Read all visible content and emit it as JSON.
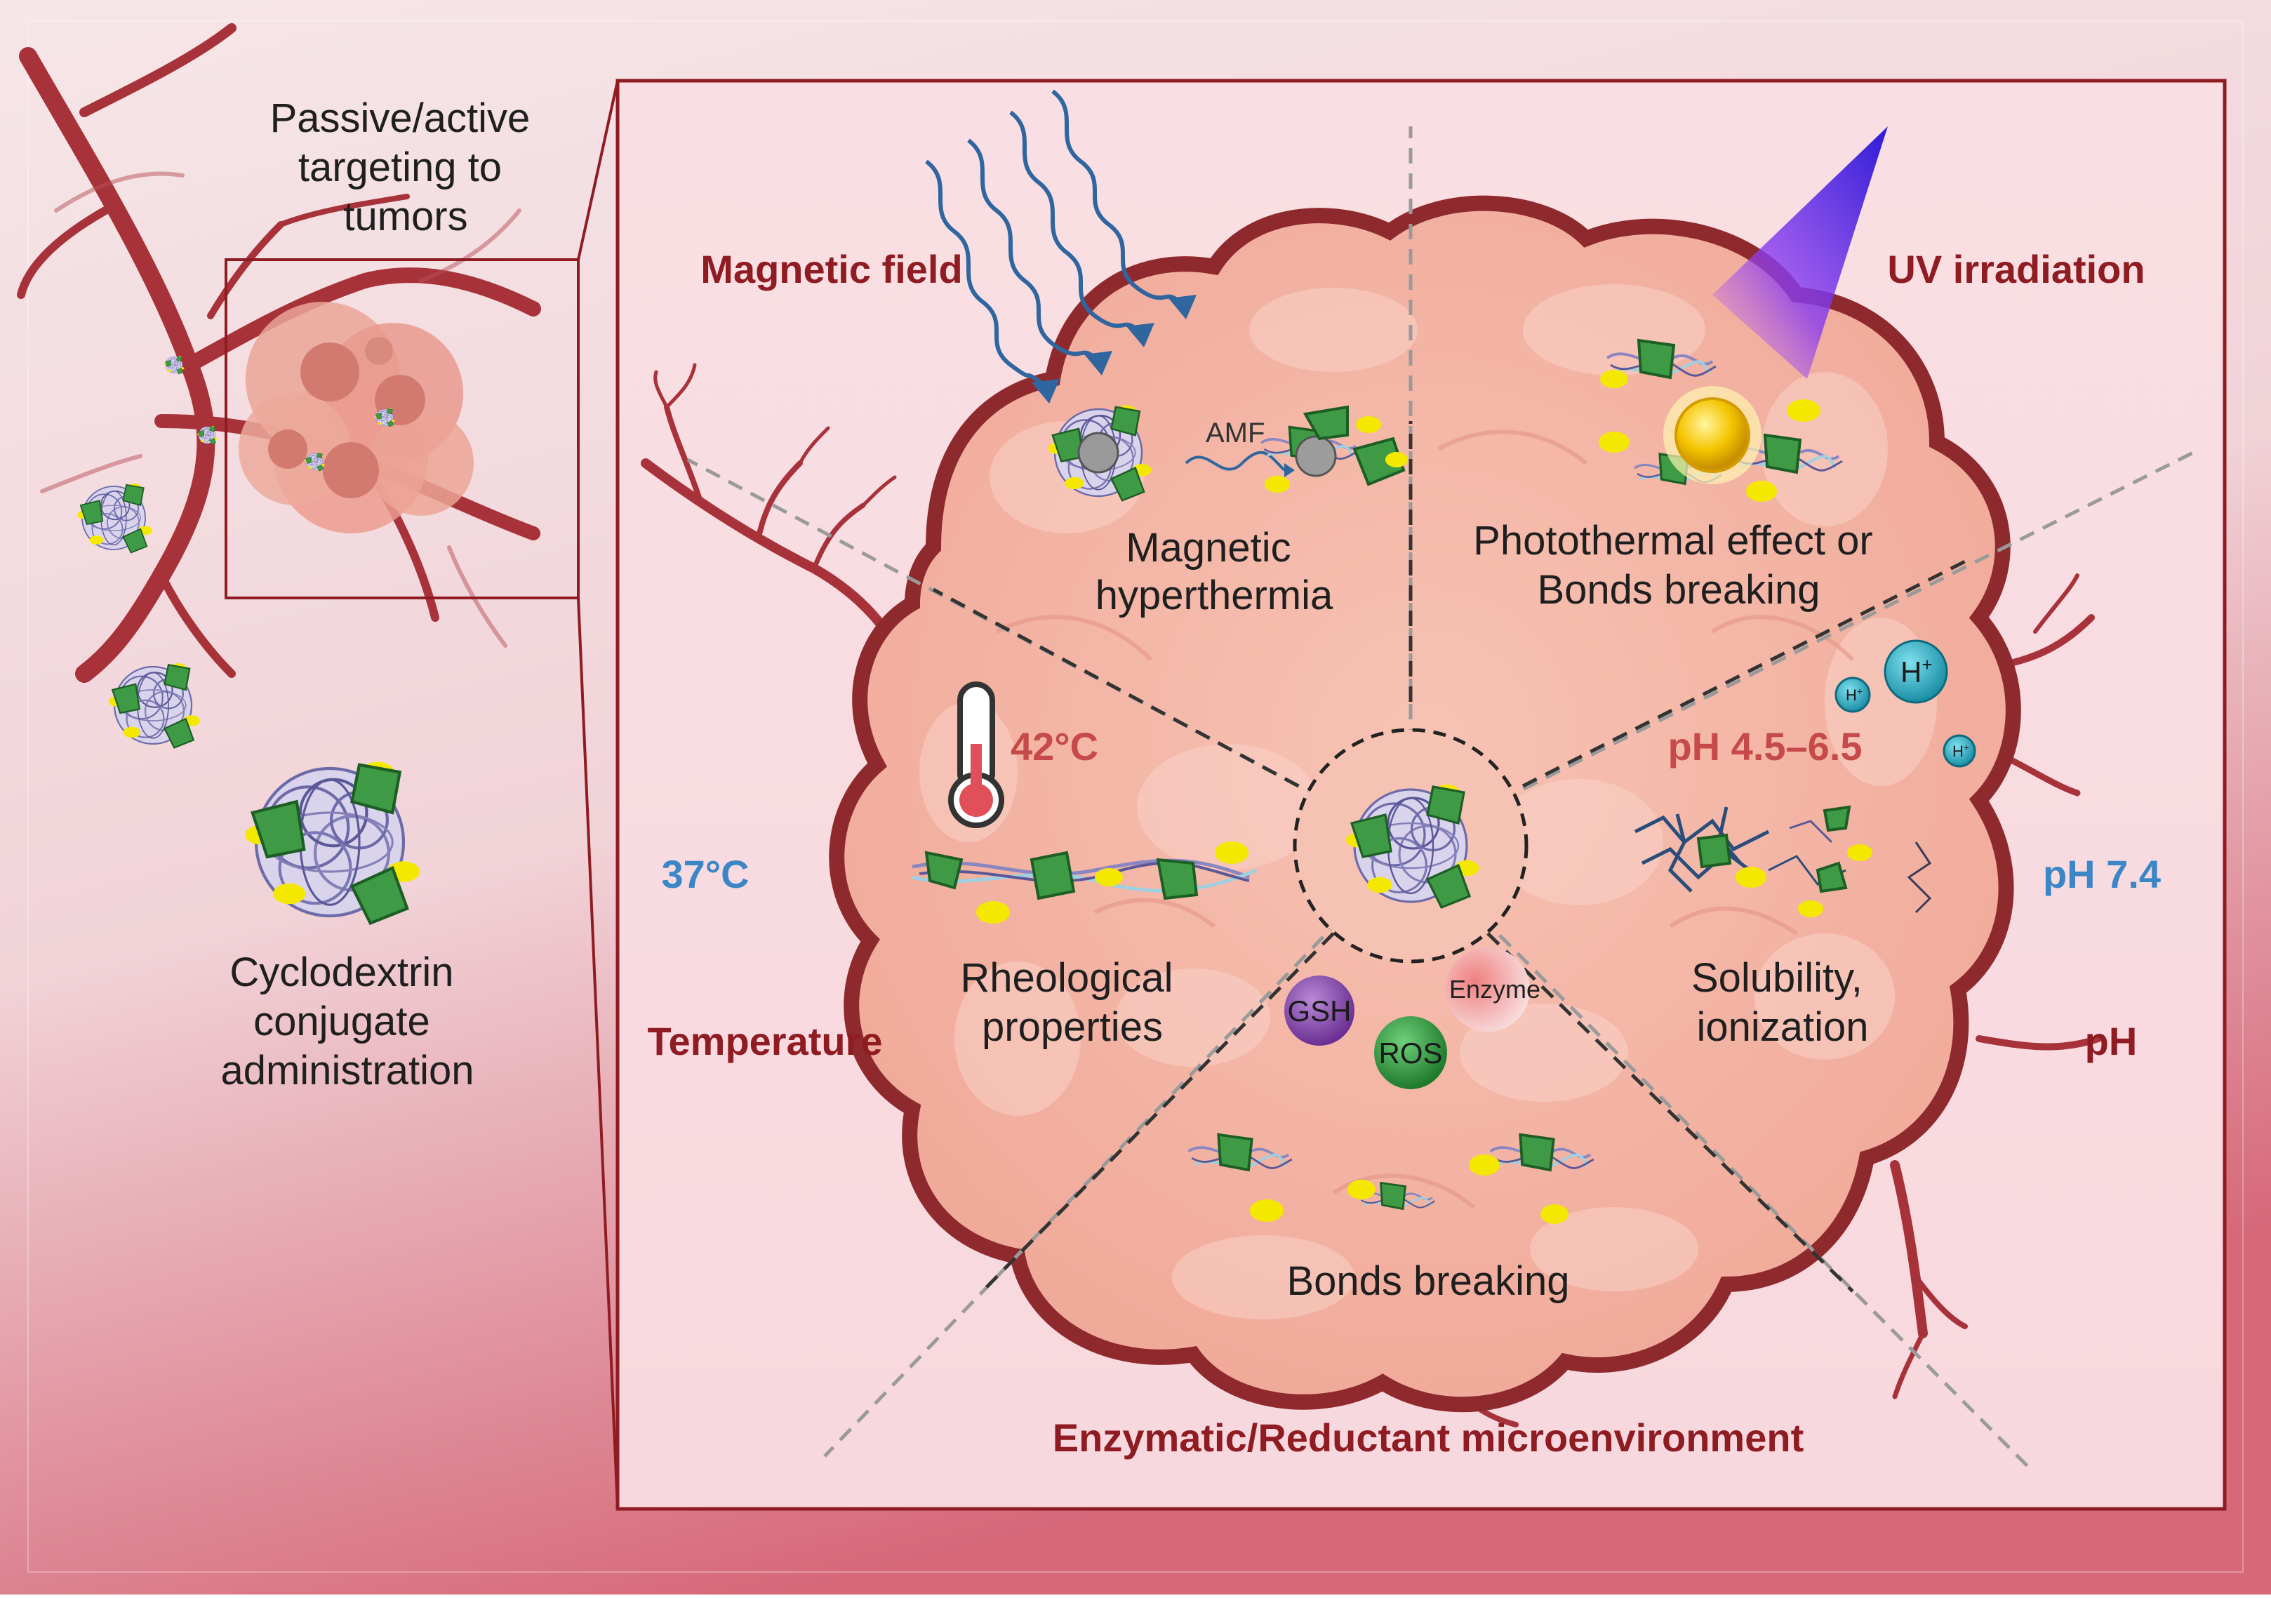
{
  "left": {
    "targeting_lines": [
      "Passive/active",
      "targeting to",
      "tumors"
    ],
    "administration_lines": [
      "Cyclodextrin",
      "conjugate",
      "administration"
    ]
  },
  "stimuli": {
    "magnetic": "Magnetic field",
    "uv": "UV irradiation",
    "temperature": "Temperature",
    "ph": "pH",
    "enzymatic": "Enzymatic/Reductant microenvironment"
  },
  "effects": {
    "magnetic_lines": [
      "Magnetic",
      "hyperthermia"
    ],
    "amf": "AMF",
    "photothermal_lines": [
      "Photothermal effect or",
      "Bonds breaking"
    ],
    "rheological_lines": [
      "Rheological",
      "properties"
    ],
    "solubility_lines": [
      "Solubility,",
      "ionization"
    ],
    "bonds": "Bonds breaking"
  },
  "values": {
    "temp_tumor": "42°C",
    "temp_normal": "37°C",
    "ph_tumor": "pH 4.5–6.5",
    "ph_normal": "pH 7.4"
  },
  "molecules": {
    "gsh": "GSH",
    "ros": "ROS",
    "enzyme": "Enzyme",
    "h_plus": "H",
    "h_sup": "+"
  },
  "colors": {
    "dark_red": "#8e1c22",
    "blue": "#3a86c6",
    "light_red": "#c64a4a",
    "drug_green": "#3e9a45",
    "yellow": "#f5e800"
  }
}
